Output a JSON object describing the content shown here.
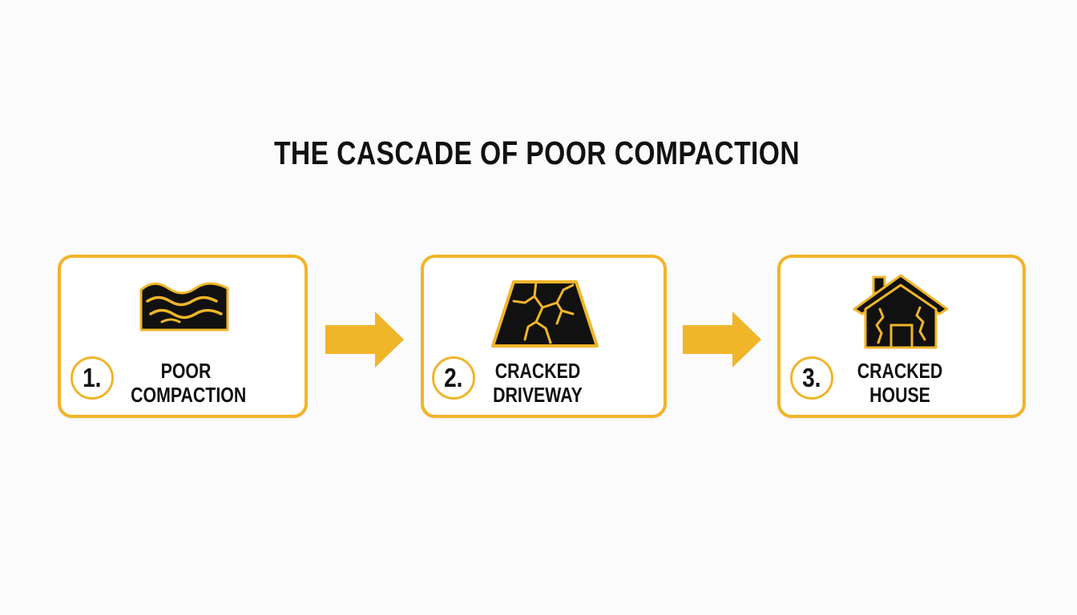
{
  "title": "THE CASCADE OF POOR COMPACTION",
  "colors": {
    "accent": "#f0b529",
    "ink": "#111111",
    "background": "#fbfbfb"
  },
  "steps": [
    {
      "number": "1.",
      "label_lines": [
        "POOR",
        "COMPACTION"
      ],
      "icon": "wavy-soil-icon"
    },
    {
      "number": "2.",
      "label_lines": [
        "CRACKED",
        "DRIVEWAY"
      ],
      "icon": "cracked-driveway-icon"
    },
    {
      "number": "3.",
      "label_lines": [
        "CRACKED",
        "HOUSE"
      ],
      "icon": "cracked-house-icon"
    }
  ],
  "connectors": [
    "arrow-right-icon",
    "arrow-right-icon"
  ]
}
